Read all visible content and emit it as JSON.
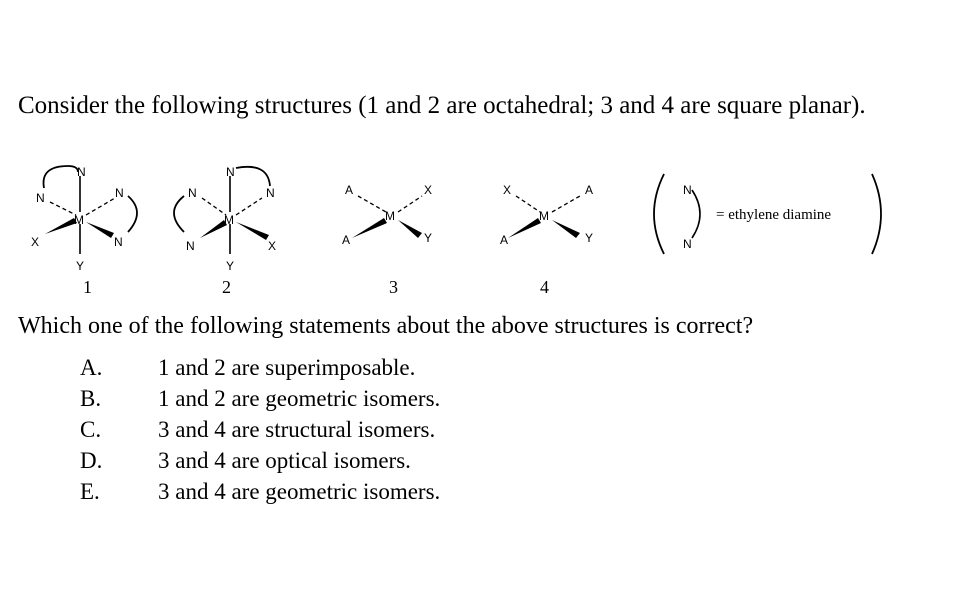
{
  "question": "Consider the following structures (1 and 2 are octahedral; 3 and 4 are square planar).",
  "structures": [
    {
      "number": "1",
      "atoms": {
        "n_top": "N",
        "n_left": "N",
        "n_right": "N",
        "n_bottom": "N",
        "metal": "M",
        "x": "X",
        "y": "Y"
      }
    },
    {
      "number": "2",
      "atoms": {
        "n_top": "N",
        "n_left": "N",
        "n_right": "N",
        "n_bottom": "N",
        "metal": "M",
        "x": "X",
        "y": "Y"
      }
    },
    {
      "number": "3",
      "atoms": {
        "a_top": "A",
        "x_top": "X",
        "metal": "M",
        "a_bottom": "A",
        "y_bottom": "Y"
      }
    },
    {
      "number": "4",
      "atoms": {
        "x_top": "X",
        "a_top": "A",
        "metal": "M",
        "a_bottom": "A",
        "y_bottom": "Y"
      }
    }
  ],
  "legend": {
    "n_top": "N",
    "n_bottom": "N",
    "label": "= ethylene diamine"
  },
  "prompt": "Which one of the following statements about the above structures is correct?",
  "choices": [
    {
      "letter": "A.",
      "text": "1 and 2 are superimposable."
    },
    {
      "letter": "B.",
      "text": "1 and 2 are geometric isomers."
    },
    {
      "letter": "C.",
      "text": "3 and 4 are structural isomers."
    },
    {
      "letter": "D.",
      "text": "3 and 4 are optical isomers."
    },
    {
      "letter": "E.",
      "text": "3 and 4 are geometric isomers."
    }
  ],
  "colors": {
    "text": "#000000",
    "background": "#ffffff"
  }
}
